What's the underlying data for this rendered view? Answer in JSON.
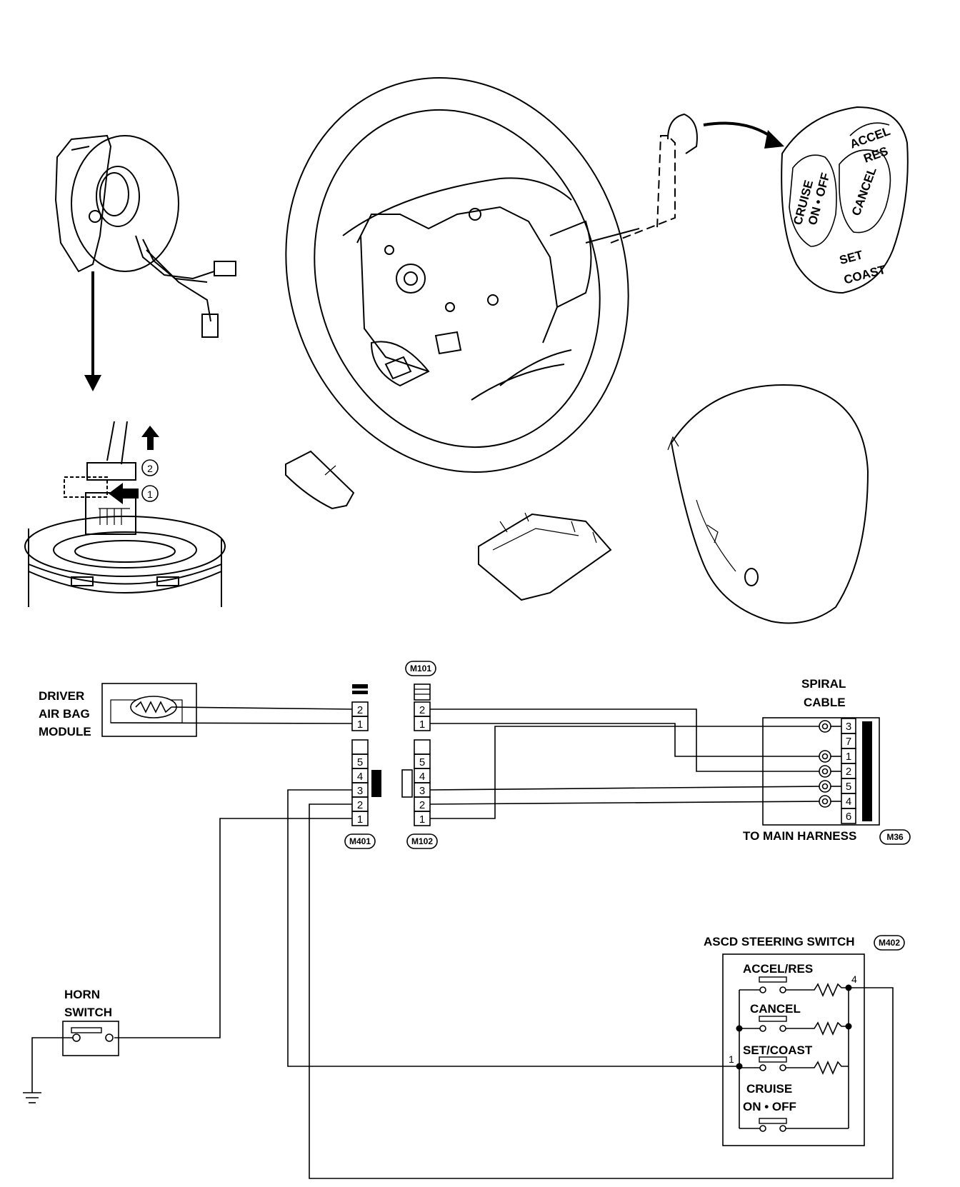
{
  "illustration": {
    "step_marks": [
      "2",
      "1"
    ],
    "ascd_switch_face": {
      "accel": "ACCEL",
      "res": "RES",
      "cruise": "CRUISE",
      "on_off": "ON • OFF",
      "cancel": "CANCEL",
      "set": "SET",
      "coast": "COAST"
    }
  },
  "schematic": {
    "driver_airbag_module": {
      "label_line1": "DRIVER",
      "label_line2": "AIR BAG",
      "label_line3": "MODULE"
    },
    "connector_m401": {
      "id": "M401",
      "upper_pins": [
        "2",
        "1"
      ],
      "lower_pins": [
        "5",
        "4",
        "3",
        "2",
        "1"
      ]
    },
    "connector_m101": {
      "id": "M101",
      "pins": [
        "2",
        "1"
      ]
    },
    "connector_m102": {
      "id": "M102",
      "pins": [
        "5",
        "4",
        "3",
        "2",
        "1"
      ]
    },
    "spiral_cable": {
      "label_line1": "SPIRAL",
      "label_line2": "CABLE",
      "pins": [
        "3",
        "7",
        "1",
        "2",
        "5",
        "4",
        "6"
      ]
    },
    "main_harness": {
      "label": "TO MAIN HARNESS",
      "connector": "M36"
    },
    "horn_switch": {
      "label_line1": "HORN",
      "label_line2": "SWITCH"
    },
    "ascd_steering_switch": {
      "label": "ASCD STEERING SWITCH",
      "connector": "M402",
      "switches": [
        "ACCEL/RES",
        "CANCEL",
        "SET/COAST",
        "CRUISE",
        "ON • OFF"
      ],
      "terminal_top": "4",
      "terminal_left": "1"
    }
  }
}
